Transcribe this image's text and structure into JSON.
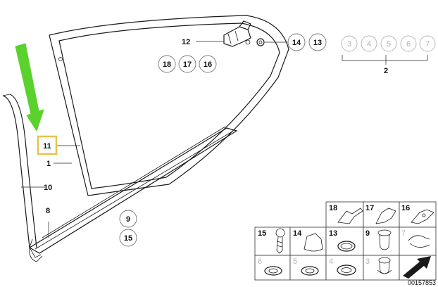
{
  "callouts": {
    "c1": "1",
    "c2": "2",
    "c8": "8",
    "c9": "9",
    "c10": "10",
    "c11": "11",
    "c12": "12",
    "c13": "13",
    "c14": "14",
    "c15": "15",
    "c16": "16",
    "c17": "17",
    "c18": "18"
  },
  "set_group": [
    "3",
    "4",
    "5",
    "6",
    "7"
  ],
  "table": {
    "row1": [
      "18",
      "17",
      "16"
    ],
    "row2": [
      "15",
      "14",
      "13",
      "9",
      "7"
    ],
    "row3": [
      "6",
      "5",
      "4",
      "3",
      ""
    ]
  },
  "reference_number": "00157853",
  "colors": {
    "arrow": "#5bd12e",
    "highlight_box": "#e8c24a"
  }
}
